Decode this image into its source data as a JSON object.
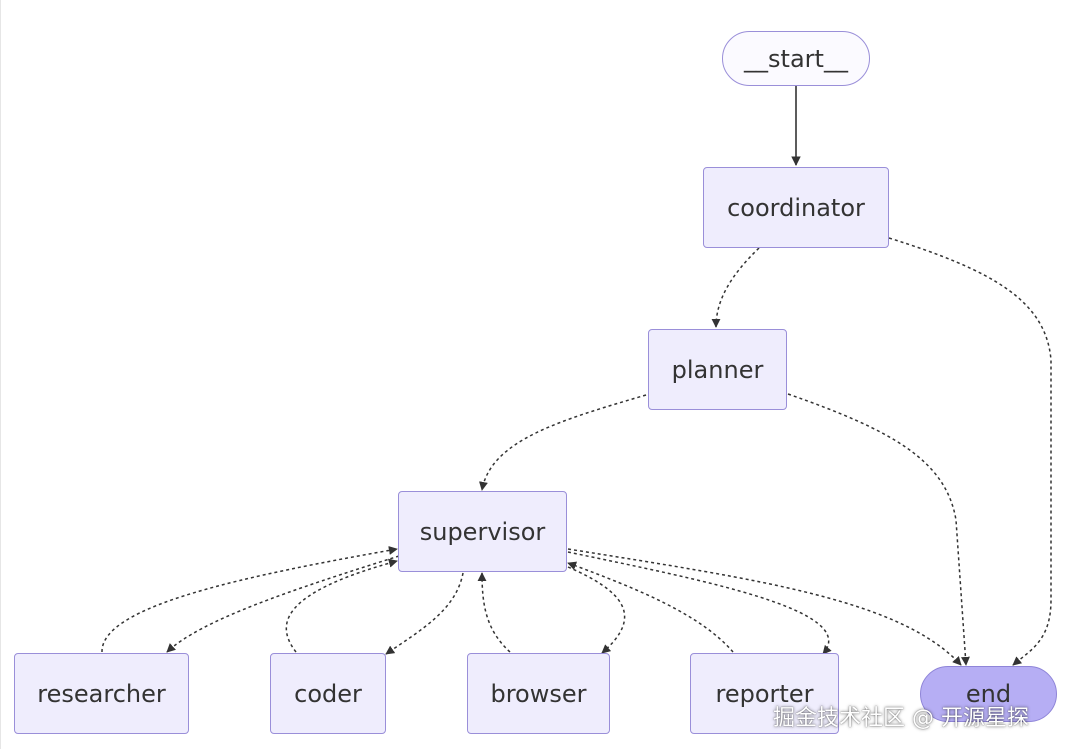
{
  "nodes": {
    "start": "__start__",
    "coordinator": "coordinator",
    "planner": "planner",
    "supervisor": "supervisor",
    "researcher": "researcher",
    "coder": "coder",
    "browser": "browser",
    "reporter": "reporter",
    "end": "end"
  },
  "watermark": "掘金技术社区 @ 开源星探",
  "colors": {
    "node_fill": "#efedfd",
    "node_border": "#9a8fd9",
    "end_fill": "#b6aef4",
    "edge": "#333333"
  }
}
